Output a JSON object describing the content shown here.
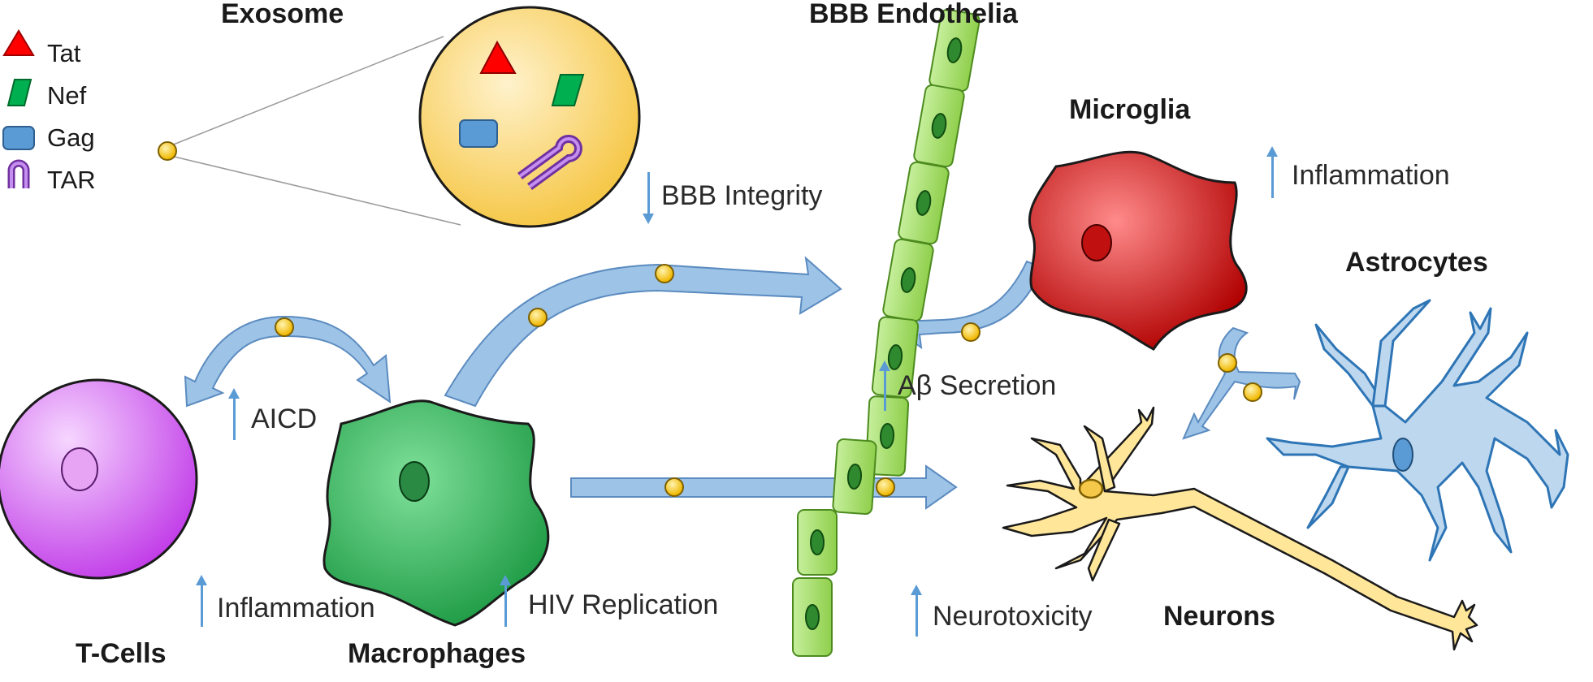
{
  "legend": {
    "tat": "Tat",
    "nef": "Nef",
    "gag": "Gag",
    "tar": "TAR"
  },
  "titles": {
    "exosome": "Exosome",
    "bbb": "BBB Endothelia",
    "microglia": "Microglia",
    "astrocytes": "Astrocytes",
    "neurons": "Neurons",
    "tcells": "T-Cells",
    "macrophages": "Macrophages"
  },
  "effects": {
    "bbb_integrity": "BBB Integrity",
    "inflammation_microglia": "Inflammation",
    "ab_secretion": "Aβ Secretion",
    "aicd": "AICD",
    "inflammation_tcells": "Inflammation",
    "hiv_replication": "HIV Replication",
    "neurotoxicity": "Neurotoxicity"
  },
  "colors": {
    "exosome_fill": "#ffd966",
    "arrow_fill": "#9dc3e6",
    "tat": "#ff0000",
    "nef": "#00b050",
    "gag": "#5b9bd5",
    "tar": "#7030a0",
    "tcell": "#d46ef0",
    "macrophage": "#2eaa50",
    "microglia": "#c00000",
    "astrocyte": "#bdd7ee",
    "neuron": "#ffe699",
    "endothelia": "#92d050"
  },
  "icons": [
    "triangle-icon",
    "parallelogram-icon",
    "rounded-rect-icon",
    "hairpin-icon"
  ]
}
